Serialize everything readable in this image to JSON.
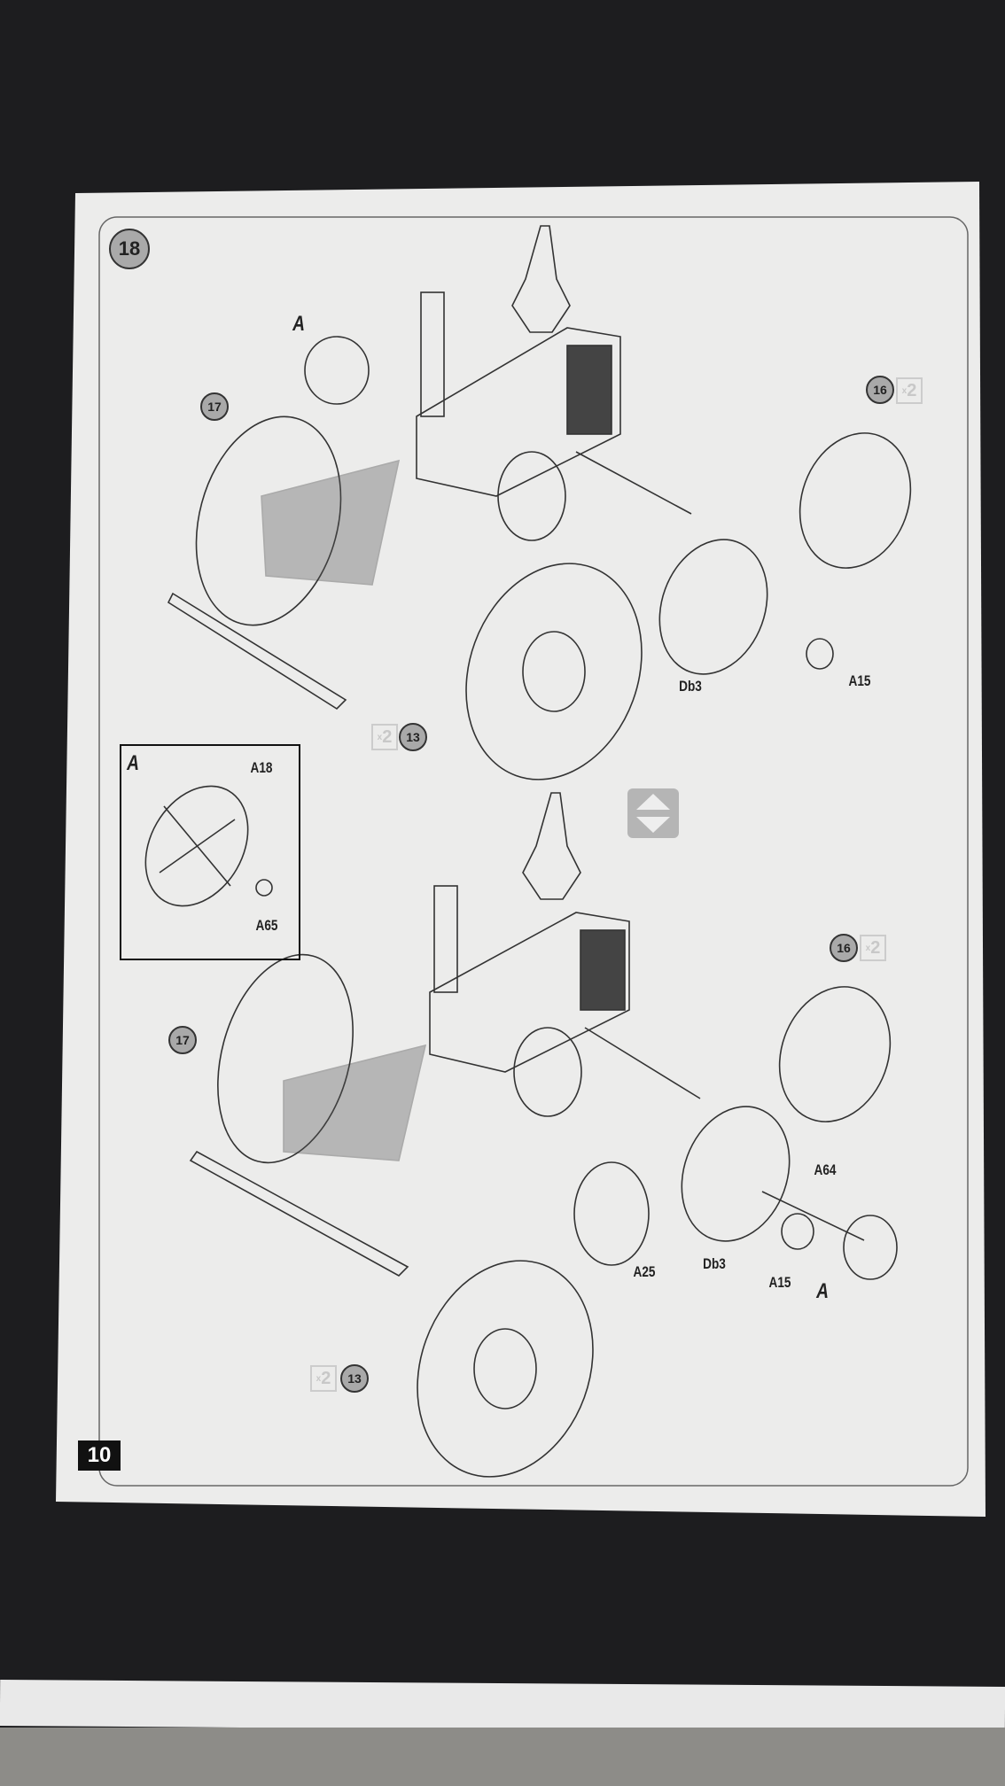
{
  "step": {
    "number": "18"
  },
  "page_number": "10",
  "top_assembly": {
    "callout_a": "A",
    "part_17": "17",
    "part_16": "16",
    "part_16_qty": "2",
    "part_13": "13",
    "part_13_qty": "2",
    "part_db3": "Db3",
    "part_a15": "A15"
  },
  "detail_a": {
    "title": "A",
    "part_a18": "A18",
    "part_a65": "A65"
  },
  "bottom_assembly": {
    "part_17": "17",
    "part_16": "16",
    "part_16_qty": "2",
    "part_13": "13",
    "part_13_qty": "2",
    "part_a64": "A64",
    "part_a25": "A25",
    "part_db3": "Db3",
    "part_a15": "A15",
    "callout_a": "A"
  },
  "qty_prefix": "x",
  "icons": [
    "flip-over-icon",
    "glue-icon",
    "cement-icon",
    "rotate-icon"
  ]
}
